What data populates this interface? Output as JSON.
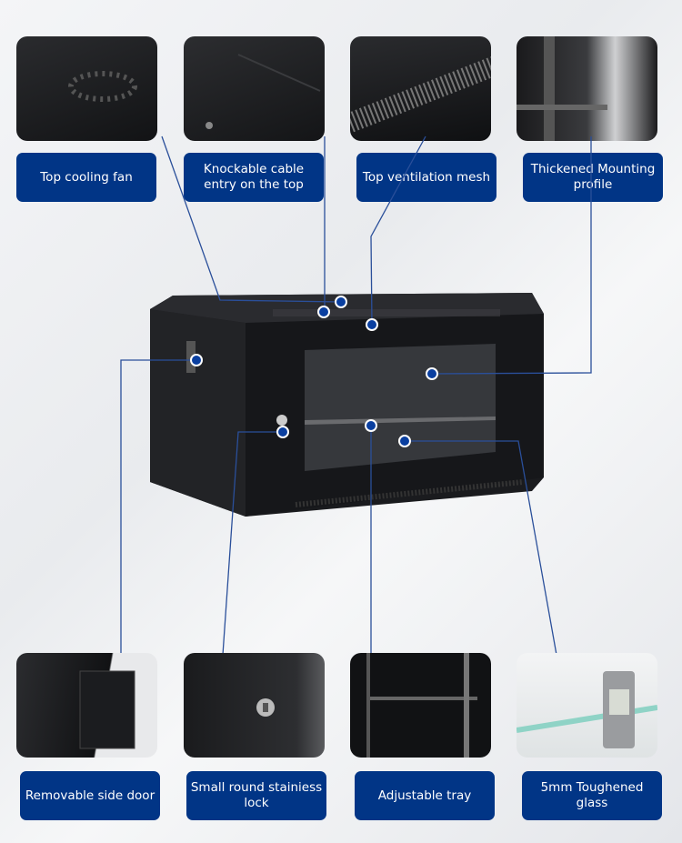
{
  "features_top": [
    {
      "label": "Top cooling fan"
    },
    {
      "label": "Knockable cable entry on the top"
    },
    {
      "label": "Top ventilation mesh"
    },
    {
      "label": "Thickened Mounting profile"
    }
  ],
  "features_bottom": [
    {
      "label": "Removable side door"
    },
    {
      "label": "Small round stainiess lock"
    },
    {
      "label": "Adjustable tray"
    },
    {
      "label": "5mm Toughened  glass"
    }
  ],
  "colors": {
    "label_bg": "#013586",
    "line": "#2a4f9a",
    "dot": "#0a3fa0",
    "cabinet": "#17181b"
  }
}
